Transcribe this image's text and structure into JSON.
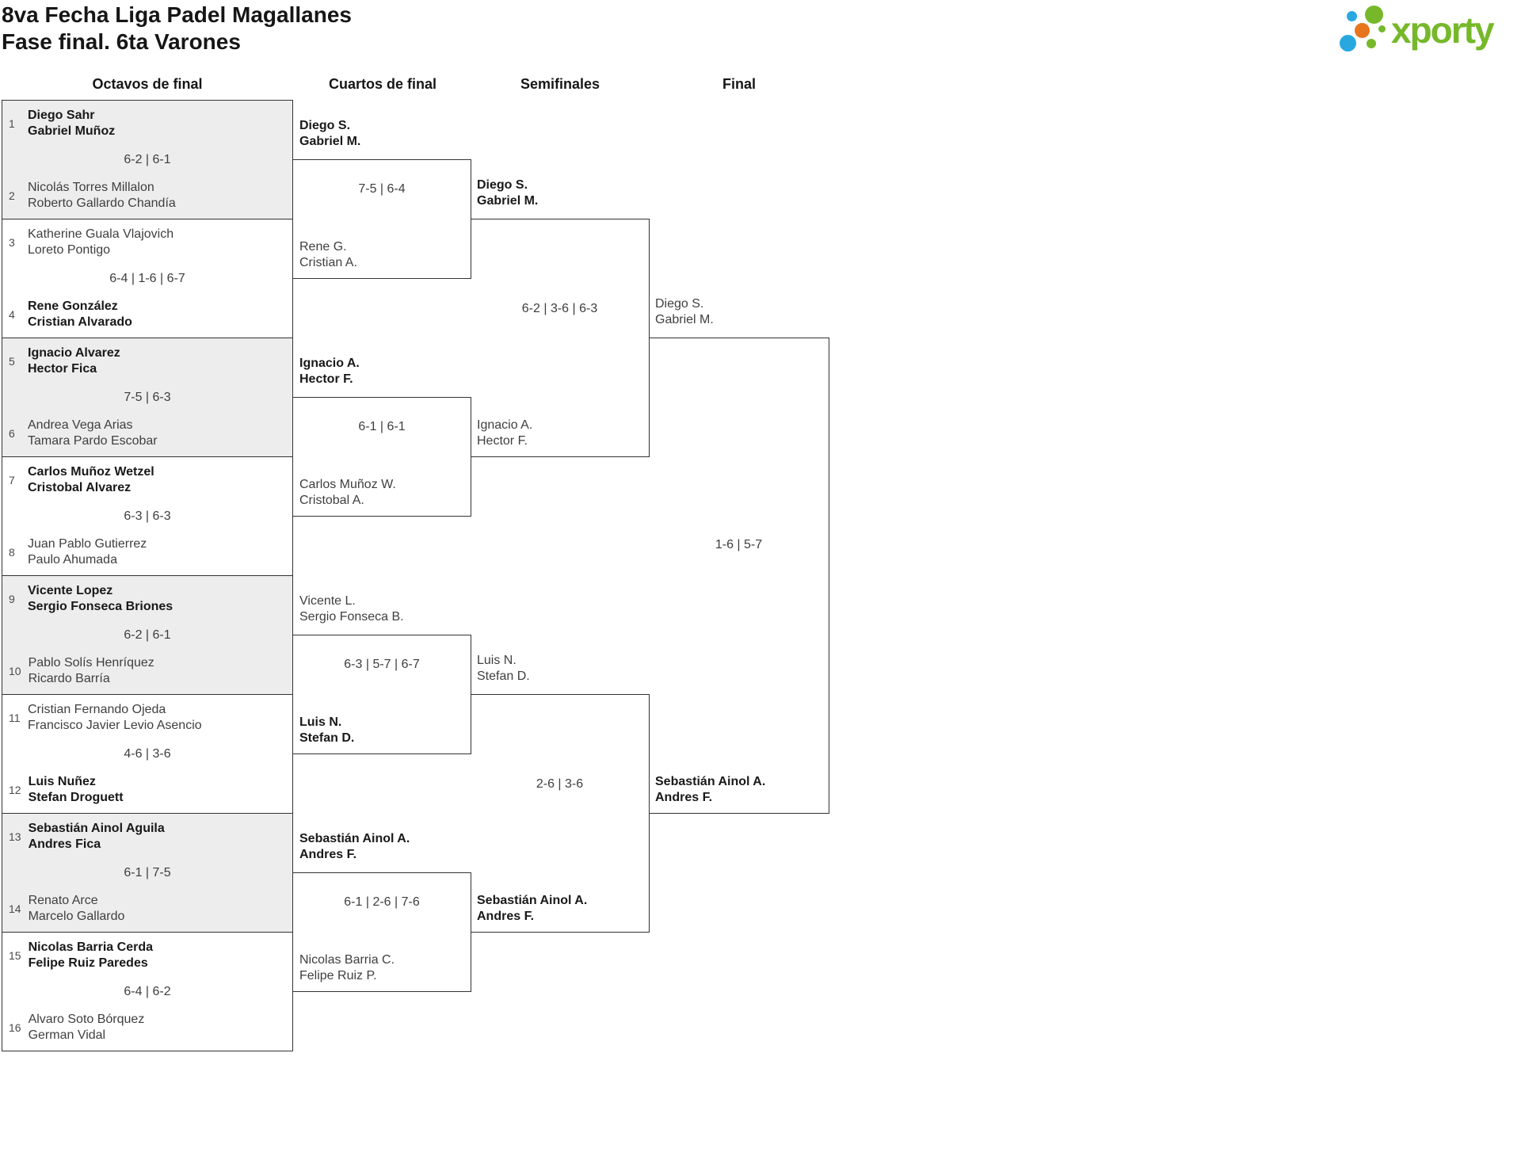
{
  "title": {
    "line1": "8va Fecha Liga Padel Magallanes",
    "line2": "Fase final. 6ta Varones"
  },
  "logo": {
    "text": "xporty"
  },
  "colors": {
    "brand_green": "#76b82a",
    "brand_blue": "#29a8e0",
    "brand_orange": "#e8761e",
    "shaded_box": "#ededed",
    "border": "#333333"
  },
  "headers": [
    "Octavos de final",
    "Cuartos de final",
    "Semifinales",
    "Final"
  ],
  "octavos": [
    {
      "seed_top": "1",
      "team_top": [
        "Diego Sahr",
        "Gabriel Muñoz"
      ],
      "score": "6-2 | 6-1",
      "seed_bottom": "2",
      "team_bottom": [
        "Nicolás Torres Millalon",
        "Roberto Gallardo Chandía"
      ],
      "winner": "top"
    },
    {
      "seed_top": "3",
      "team_top": [
        "Katherine Guala Vlajovich",
        "Loreto Pontigo"
      ],
      "score": "6-4 | 1-6 | 6-7",
      "seed_bottom": "4",
      "team_bottom": [
        "Rene González",
        "Cristian Alvarado"
      ],
      "winner": "bottom"
    },
    {
      "seed_top": "5",
      "team_top": [
        "Ignacio Alvarez",
        "Hector Fica"
      ],
      "score": "7-5 | 6-3",
      "seed_bottom": "6",
      "team_bottom": [
        "Andrea Vega Arias",
        "Tamara Pardo Escobar"
      ],
      "winner": "top"
    },
    {
      "seed_top": "7",
      "team_top": [
        "Carlos Muñoz Wetzel",
        "Cristobal Alvarez"
      ],
      "score": "6-3 | 6-3",
      "seed_bottom": "8",
      "team_bottom": [
        "Juan Pablo Gutierrez",
        "Paulo Ahumada"
      ],
      "winner": "top"
    },
    {
      "seed_top": "9",
      "team_top": [
        "Vicente Lopez",
        "Sergio Fonseca Briones"
      ],
      "score": "6-2 | 6-1",
      "seed_bottom": "10",
      "team_bottom": [
        "Pablo Solís Henríquez",
        "Ricardo Barría"
      ],
      "winner": "top"
    },
    {
      "seed_top": "11",
      "team_top": [
        "Cristian Fernando Ojeda",
        "Francisco Javier Levio Asencio"
      ],
      "score": "4-6 | 3-6",
      "seed_bottom": "12",
      "team_bottom": [
        "Luis Nuñez",
        "Stefan Droguett"
      ],
      "winner": "bottom"
    },
    {
      "seed_top": "13",
      "team_top": [
        "Sebastián Ainol Aguila",
        "Andres Fica"
      ],
      "score": "6-1 | 7-5",
      "seed_bottom": "14",
      "team_bottom": [
        "Renato Arce",
        "Marcelo Gallardo"
      ],
      "winner": "top"
    },
    {
      "seed_top": "15",
      "team_top": [
        "Nicolas Barria Cerda",
        "Felipe Ruiz Paredes"
      ],
      "score": "6-4 | 6-2",
      "seed_bottom": "16",
      "team_bottom": [
        "Alvaro Soto Bórquez",
        "German Vidal"
      ],
      "winner": "top"
    }
  ],
  "cuartos": [
    {
      "top": [
        "Diego S.",
        "Gabriel M."
      ],
      "score": "7-5 | 6-4",
      "bottom": [
        "Rene G.",
        "Cristian A."
      ],
      "winner": "top"
    },
    {
      "top": [
        "Ignacio A.",
        "Hector F."
      ],
      "score": "6-1 | 6-1",
      "bottom": [
        "Carlos Muñoz W.",
        "Cristobal A."
      ],
      "winner": "top"
    },
    {
      "top": [
        "Vicente L.",
        "Sergio Fonseca B."
      ],
      "score": "6-3 | 5-7 | 6-7",
      "bottom": [
        "Luis N.",
        "Stefan D."
      ],
      "winner": "bottom"
    },
    {
      "top": [
        "Sebastián Ainol A.",
        "Andres F."
      ],
      "score": "6-1 | 2-6 | 7-6",
      "bottom": [
        "Nicolas Barria C.",
        "Felipe Ruiz P."
      ],
      "winner": "top"
    }
  ],
  "semifinales": [
    {
      "top": [
        "Diego S.",
        "Gabriel M."
      ],
      "score": "6-2 | 3-6 | 6-3",
      "bottom": [
        "Ignacio A.",
        "Hector F."
      ],
      "winner": "top"
    },
    {
      "top": [
        "Luis N.",
        "Stefan D."
      ],
      "score": "2-6 | 3-6",
      "bottom": [
        "Sebastián Ainol A.",
        "Andres F."
      ],
      "winner": "bottom"
    }
  ],
  "final": {
    "top": [
      "Diego S.",
      "Gabriel M."
    ],
    "score": "1-6 | 5-7",
    "bottom": [
      "Sebastián Ainol A.",
      "Andres F."
    ],
    "winner": "bottom"
  }
}
